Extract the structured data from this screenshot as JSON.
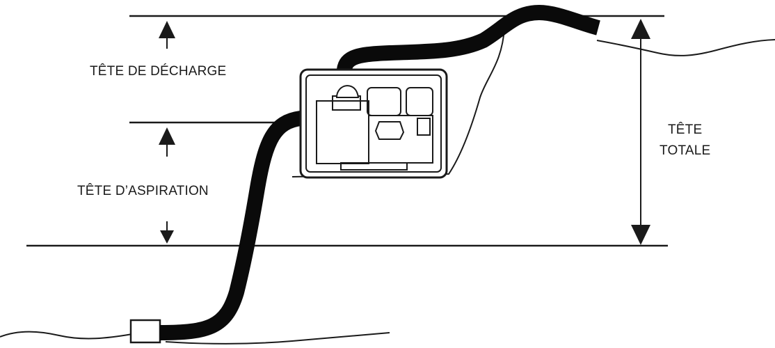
{
  "labels": {
    "discharge_head": "TÊTE DE DÉCHARGE",
    "suction_head": "TÊTE D’ASPIRATION",
    "total_head_line1": "TÊTE",
    "total_head_line2": "TOTALE"
  },
  "colors": {
    "ink": "#1a1a1a",
    "hose": "#0a0a0a",
    "background": "#ffffff"
  }
}
